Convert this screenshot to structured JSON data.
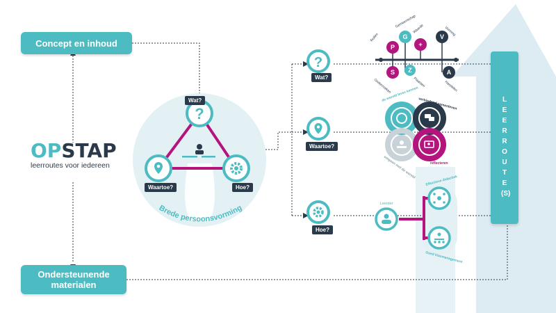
{
  "boxes": {
    "concept": "Concept en inhoud",
    "ondersteunend_line1": "Ondersteunende",
    "ondersteunend_line2": "materialen",
    "leerroute": "LEERROUTE(S)"
  },
  "logo": {
    "word_op": "OP",
    "word_stap": "STAP",
    "tagline": "leerroutes voor iedereen"
  },
  "triangle": {
    "wat": "Wat?",
    "waartoe": "Waartoe?",
    "hoe": "Hoe?",
    "caption": "Brede persoonsvorming"
  },
  "right_tags": {
    "wat": "Wat?",
    "waartoe": "Waartoe?",
    "hoe": "Hoe?"
  },
  "pgsz": {
    "letters": [
      "P",
      "S",
      "G",
      "Z",
      "+",
      "V",
      "A"
    ],
    "labels": [
      "Rollen",
      "Onderzoeken",
      "Gemeenschap",
      "Plaatsen",
      "Waarde",
      "Vorming",
      "Handelen"
    ]
  },
  "circles": {
    "top_left": "de wereld leren kennen",
    "top_right": "verbindend samenleven",
    "bottom_left": "omgaan met de wereld",
    "bottom_right": "reflecteren"
  },
  "hoe_section": {
    "leerder": "Leerder",
    "effectieve": "Effectieve didactiek",
    "klas": "Goed klasmanagement"
  },
  "colors": {
    "teal": "#4cbcc2",
    "dark": "#2b3a4a",
    "magenta": "#b3157d",
    "light_blue": "#e3f1f5"
  }
}
